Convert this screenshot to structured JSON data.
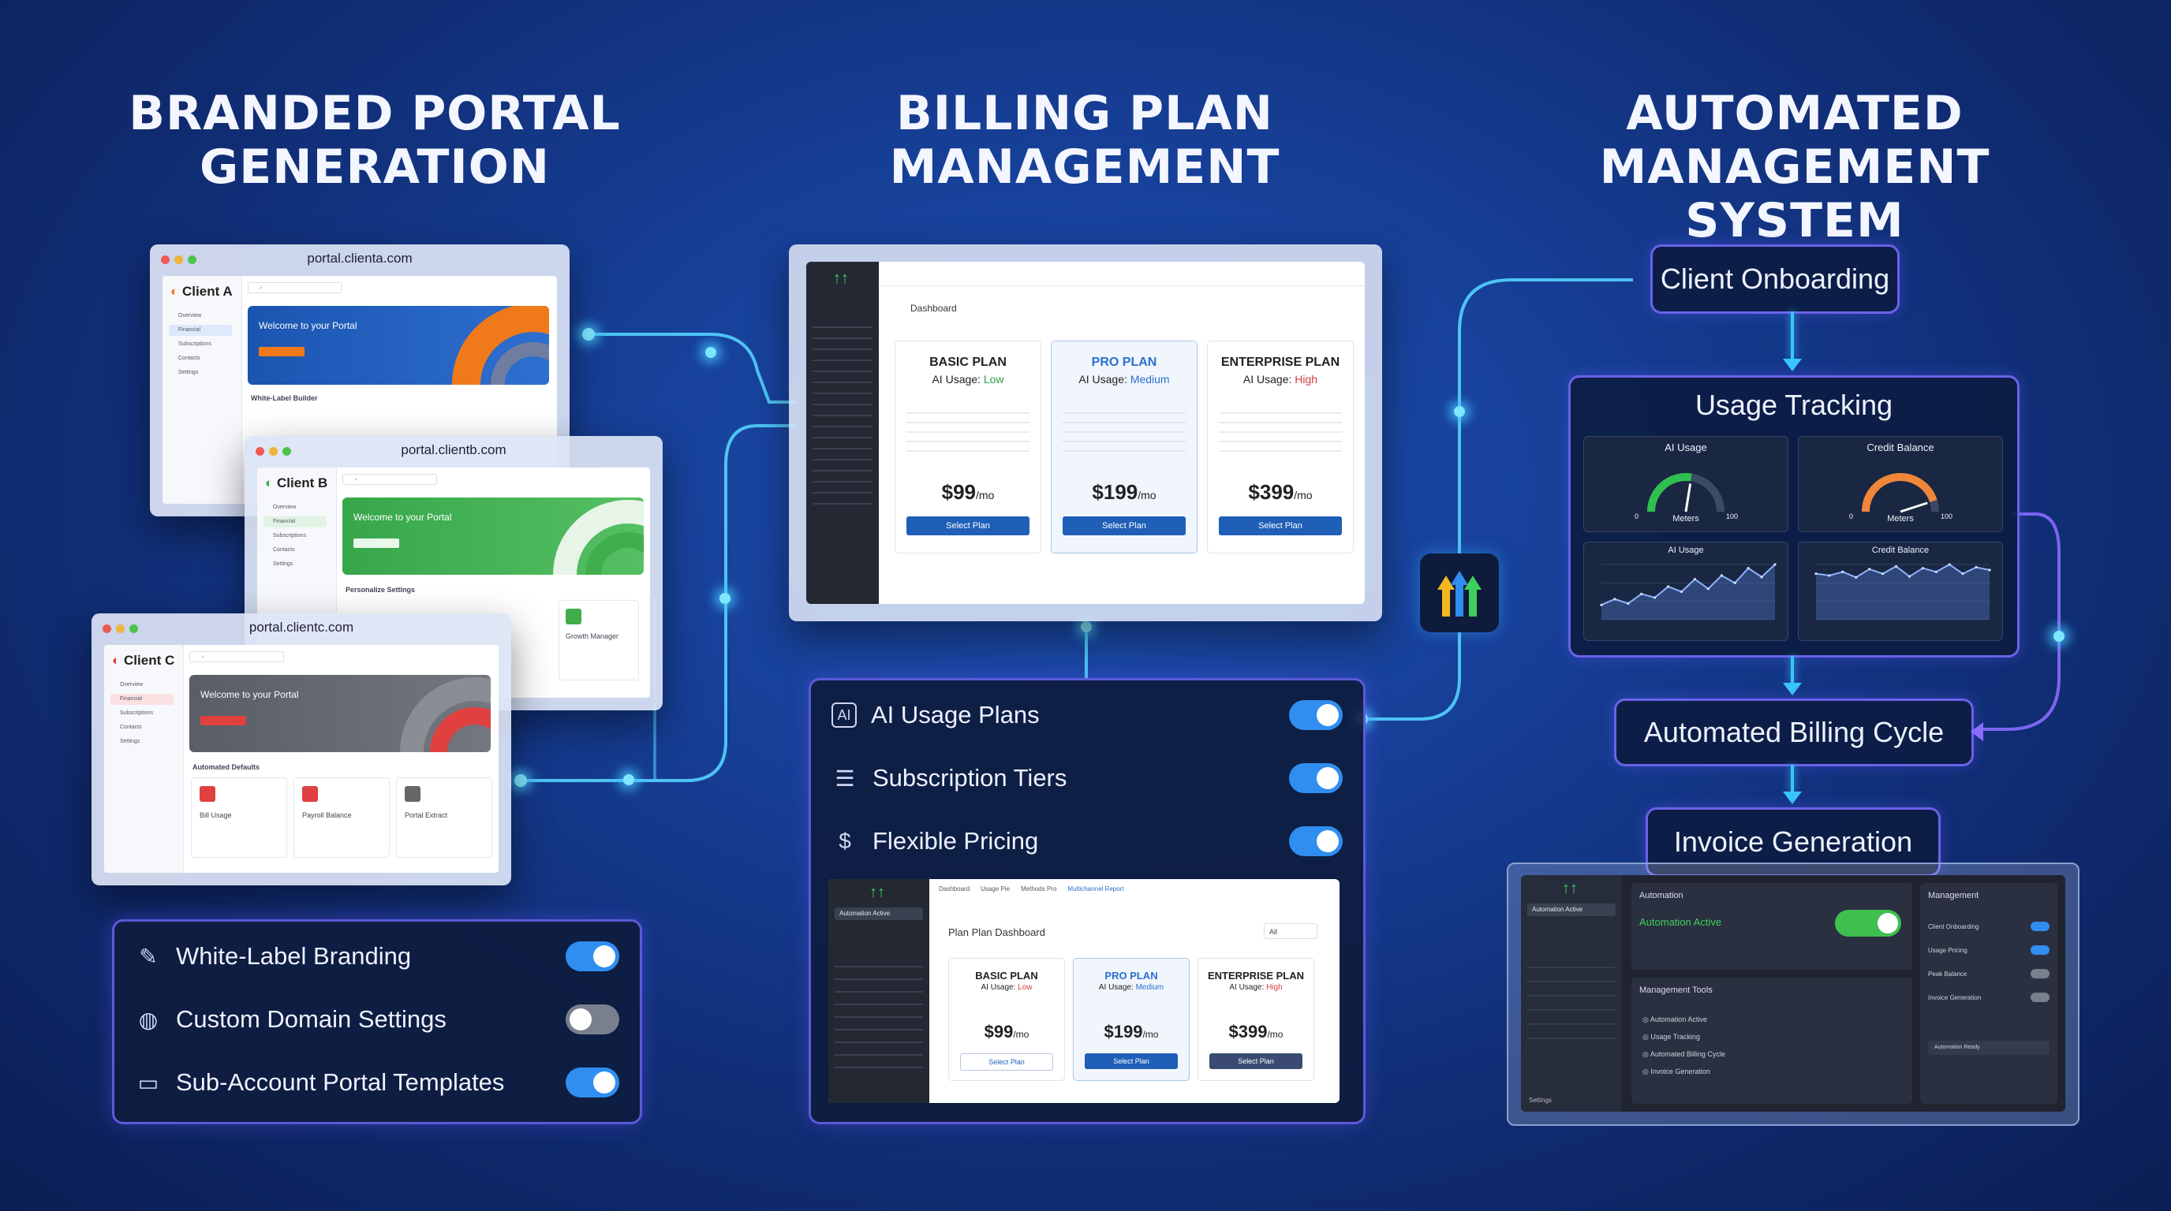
{
  "headings": {
    "left": [
      "BRANDED PORTAL",
      "GENERATION"
    ],
    "center": [
      "BILLING PLAN",
      "MANAGEMENT"
    ],
    "right": [
      "AUTOMATED",
      "MANAGEMENT SYSTEM"
    ]
  },
  "portals": [
    {
      "url": "portal.clienta.com",
      "client": "Client A",
      "welcome": "Welcome to your Portal",
      "accent": "#f07a1a",
      "section": "White-Label Builder"
    },
    {
      "url": "portal.clientb.com",
      "client": "Client B",
      "welcome": "Welcome to your Portal",
      "accent": "#3fae4b",
      "section": "Personalize Settings",
      "tile": "Growth Manager"
    },
    {
      "url": "portal.clientc.com",
      "client": "Client C",
      "welcome": "Welcome to your Portal",
      "accent": "#e04040",
      "section": "Automated Defaults",
      "tiles": [
        "Bill Usage",
        "Payroll Balance",
        "Portal Extract"
      ]
    }
  ],
  "portal_nav": [
    "Overview",
    "Financial",
    "Subscriptions",
    "Contacts",
    "Settings"
  ],
  "left_settings": [
    {
      "label": "White-Label Branding",
      "icon": "magic-wand-icon",
      "on": true
    },
    {
      "label": "Custom Domain Settings",
      "icon": "globe-icon",
      "on": false
    },
    {
      "label": "Sub-Account Portal Templates",
      "icon": "folder-icon",
      "on": true
    }
  ],
  "billing_top": {
    "header": "Dashboard",
    "plans": [
      {
        "name": "BASIC PLAN",
        "usage_label": "AI Usage:",
        "usage": "Low",
        "usage_color": "#2e9e44",
        "price": "$99",
        "per": "/mo",
        "button": "Select Plan"
      },
      {
        "name": "PRO PLAN",
        "usage_label": "AI Usage:",
        "usage": "Medium",
        "usage_color": "#2a6fd0",
        "price": "$199",
        "per": "/mo",
        "button": "Select Plan"
      },
      {
        "name": "ENTERPRISE PLAN",
        "usage_label": "AI Usage:",
        "usage": "High",
        "usage_color": "#d63a3a",
        "price": "$399",
        "per": "/mo",
        "button": "Select Plan"
      }
    ]
  },
  "billing_settings": [
    {
      "label": "AI Usage Plans",
      "icon": "ai-chip-icon",
      "on": true
    },
    {
      "label": "Subscription Tiers",
      "icon": "layers-icon",
      "on": true
    },
    {
      "label": "Flexible Pricing",
      "icon": "dollar-icon",
      "on": true
    }
  ],
  "billing_bottom": {
    "status": "Automation Active",
    "header": "Plan Plan Dashboard",
    "filter": "All",
    "tabs": [
      "Dashboard",
      "Usage Pie",
      "Methods Pro",
      "Multichannel Report"
    ],
    "plans": [
      {
        "name": "BASIC PLAN",
        "usage_label": "AI Usage:",
        "usage": "Low",
        "price": "$99",
        "per": "/mo",
        "button": "Select Plan"
      },
      {
        "name": "PRO PLAN",
        "usage_label": "AI Usage:",
        "usage": "Medium",
        "price": "$199",
        "per": "/mo",
        "button": "Select Plan"
      },
      {
        "name": "ENTERPRISE PLAN",
        "usage_label": "AI Usage:",
        "usage": "High",
        "price": "$399",
        "per": "/mo",
        "button": "Select Plan"
      }
    ]
  },
  "flow": {
    "onboarding": "Client Onboarding",
    "usage": "Usage Tracking",
    "billing": "Automated Billing Cycle",
    "invoice": "Invoice Generation"
  },
  "gauges": [
    {
      "label": "AI Usage",
      "sub": "Meters",
      "min": "0",
      "max": "100",
      "value": 0.55,
      "color": "#2fbf4f"
    },
    {
      "label": "Credit Balance",
      "sub": "Meters",
      "min": "0",
      "max": "100",
      "value": 0.9,
      "color": "#f0863a"
    }
  ],
  "mini_charts": [
    {
      "label": "AI Usage",
      "values": [
        20,
        28,
        22,
        35,
        30,
        45,
        38,
        55,
        42,
        60,
        50,
        70,
        58,
        75
      ]
    },
    {
      "label": "Credit Balance",
      "values": [
        50,
        48,
        52,
        46,
        55,
        50,
        58,
        47,
        56,
        52,
        60,
        50,
        57,
        54
      ]
    }
  ],
  "automation_panel": {
    "title": "Automation",
    "status": "Automation Active",
    "left_status": "Automation Active",
    "tools_title": "Management Tools",
    "tools": [
      "Automation Active",
      "Usage Tracking",
      "Automated Billing Cycle",
      "Invoice Generation"
    ],
    "mgmt_title": "Management",
    "mgmt": [
      {
        "label": "Client Onboarding",
        "on": true
      },
      {
        "label": "Usage Pricing",
        "on": true
      },
      {
        "label": "Peak Balance",
        "on": false
      },
      {
        "label": "Invoice Generation",
        "on": false
      }
    ],
    "footer_label": "Automation Ready",
    "settings": "Settings"
  },
  "colors": {
    "accent": "#39c6ff",
    "panel_border": "#5d59d9",
    "toggle_on": "#2f8ef0"
  }
}
